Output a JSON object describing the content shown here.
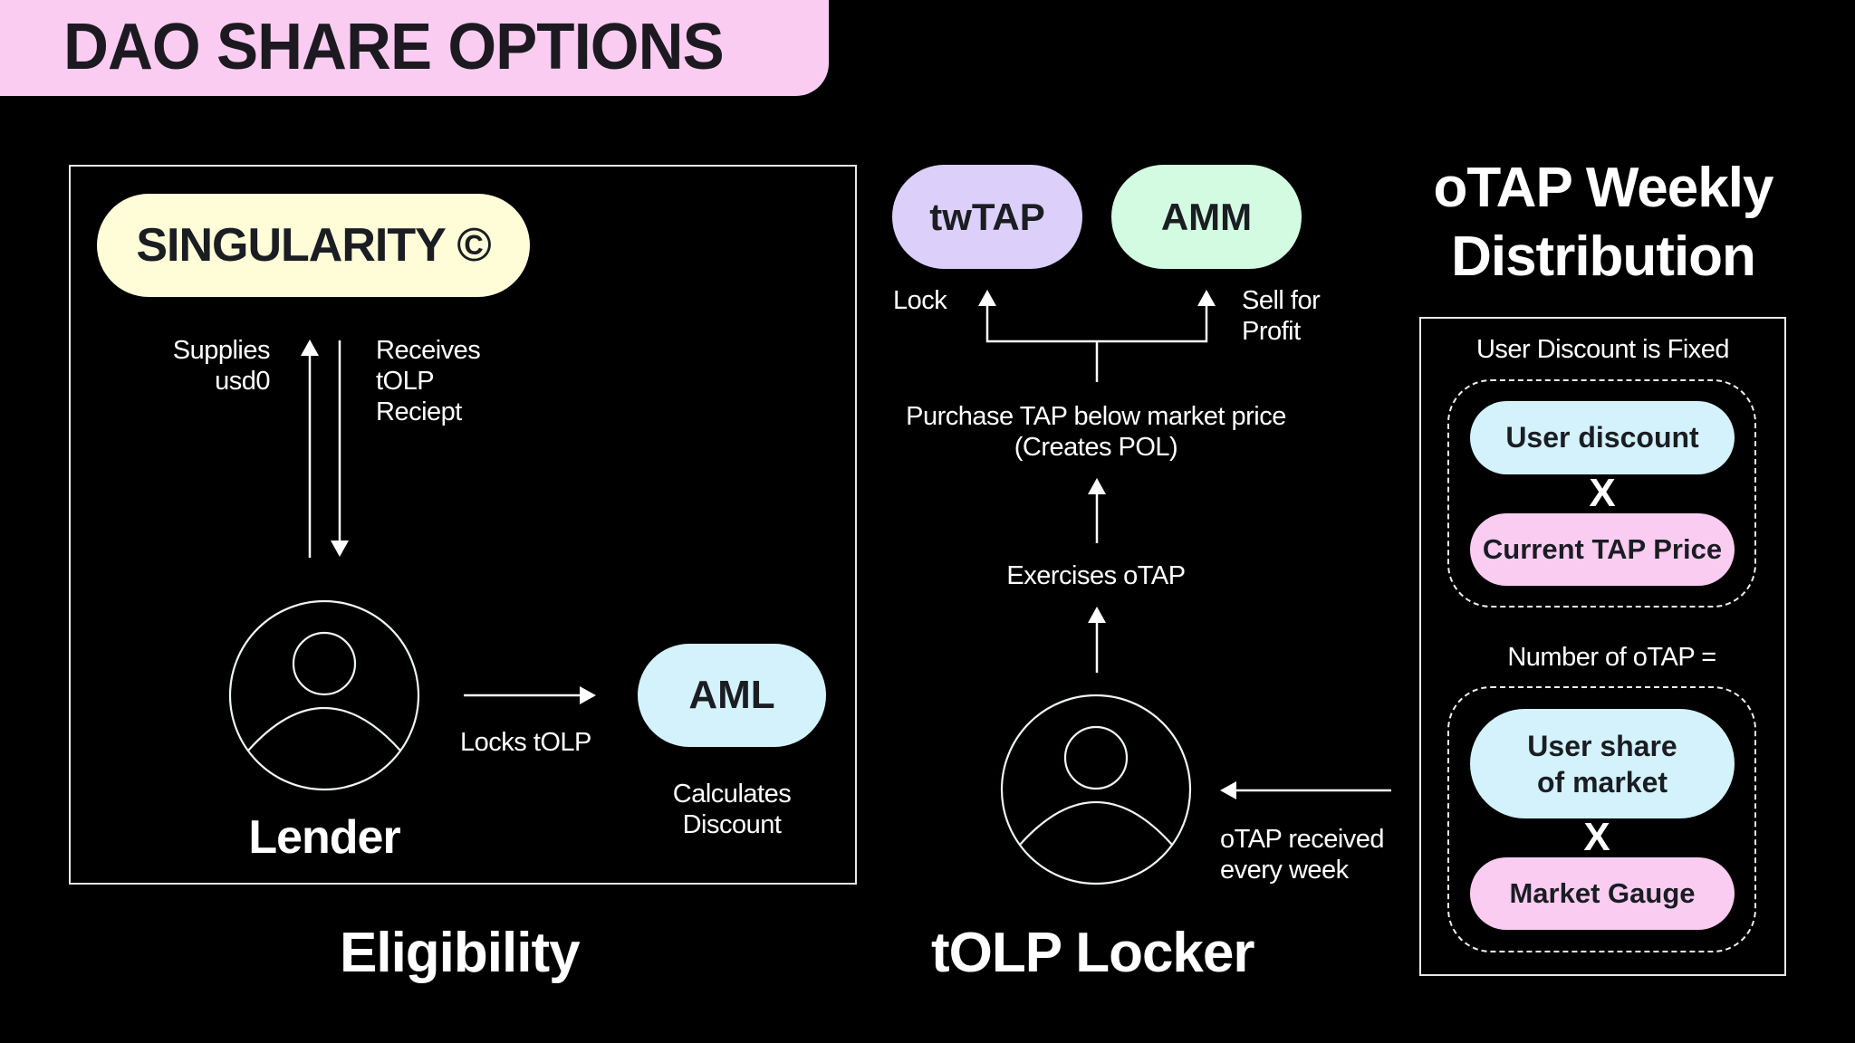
{
  "header": {
    "title": "DAO SHARE OPTIONS"
  },
  "colors": {
    "title_bg": "#FACCF2",
    "cream": "#FEFDD8",
    "light_blue": "#D3F2FC",
    "lavender": "#DCD0FA",
    "mint": "#D2FBE2",
    "pink": "#FACCF2"
  },
  "eligibility": {
    "section_title": "Eligibility",
    "singularity_label": "SINGULARITY ©",
    "supplies_label": [
      "Supplies",
      "usd0"
    ],
    "receives_label": [
      "Receives",
      "tOLP",
      "Reciept"
    ],
    "lender_label": "Lender",
    "locks_label": "Locks tOLP",
    "aml_label": "AML",
    "calculates_label": [
      "Calculates",
      "Discount"
    ]
  },
  "locker": {
    "section_title": "tOLP Locker",
    "twtap_label": "twTAP",
    "amm_label": "AMM",
    "lock_label": "Lock",
    "sell_label": [
      "Sell for",
      "Profit"
    ],
    "purchase_label": [
      "Purchase TAP below market price",
      "(Creates POL)"
    ],
    "exercises_label": "Exercises oTAP",
    "received_label": [
      "oTAP received",
      "every week"
    ]
  },
  "distribution": {
    "section_title": [
      "oTAP Weekly",
      "Distribution"
    ],
    "fixed_label": "User Discount is Fixed",
    "user_discount": "User discount",
    "times_symbol": "X",
    "current_tap_price": "Current TAP Price",
    "number_label": "Number of oTAP =",
    "user_share": [
      "User share",
      "of market"
    ],
    "market_gauge": "Market Gauge"
  }
}
